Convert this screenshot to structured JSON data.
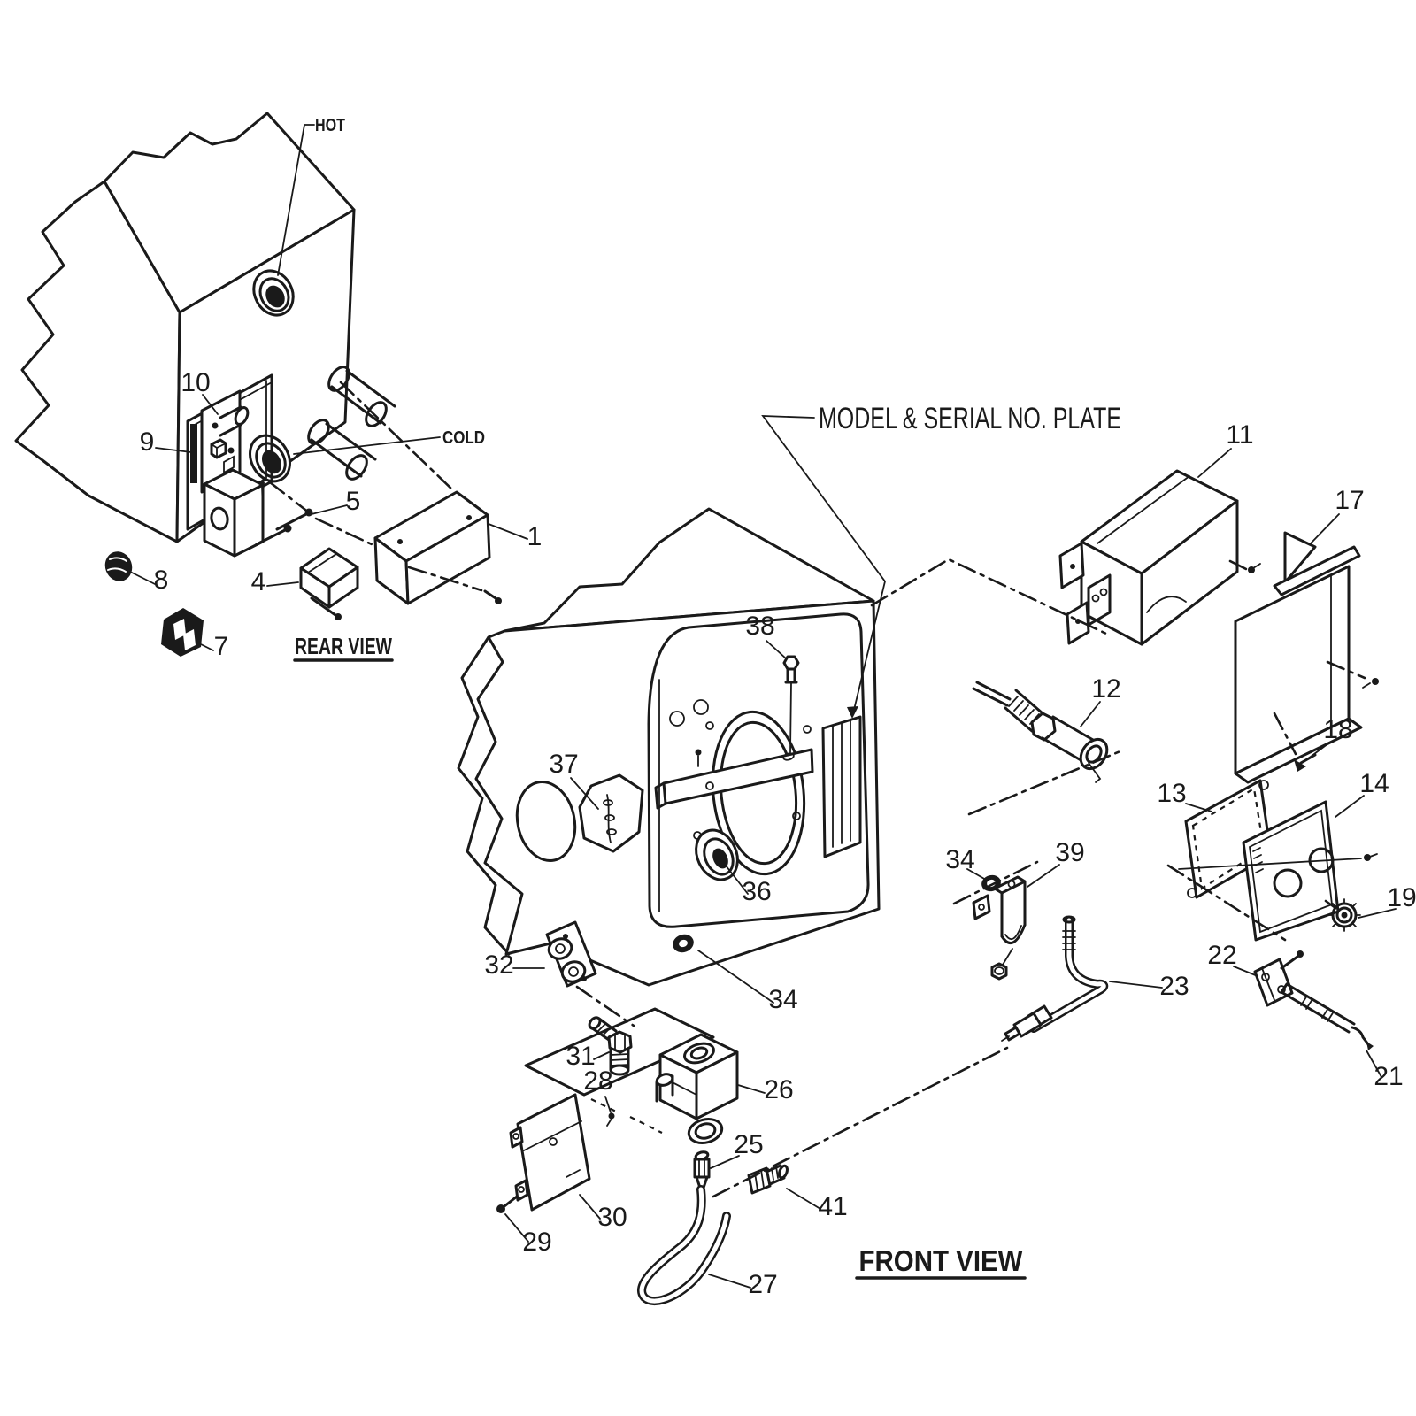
{
  "diagram": {
    "type": "exploded-parts-line-diagram",
    "subject": "water heater assembly",
    "colors": {
      "line": "#1a1a1a",
      "background": "#ffffff"
    },
    "views": {
      "rear": "REAR VIEW",
      "front": "FRONT VIEW"
    },
    "labels": {
      "hot": "HOT",
      "cold": "COLD",
      "model_serial_plate": "MODEL & SERIAL NO. PLATE"
    },
    "callouts": {
      "p1": "1",
      "p4": "4",
      "p5": "5",
      "p7": "7",
      "p8": "8",
      "p9": "9",
      "p10": "10",
      "p11": "11",
      "p12": "12",
      "p13": "13",
      "p14": "14",
      "p17": "17",
      "p18": "18",
      "p19": "19",
      "p21": "21",
      "p22": "22",
      "p23": "23",
      "p25": "25",
      "p26": "26",
      "p27": "27",
      "p28": "28",
      "p29": "29",
      "p30": "30",
      "p31": "31",
      "p32": "32",
      "p34a": "34",
      "p34b": "34",
      "p36": "36",
      "p37": "37",
      "p38": "38",
      "p39": "39",
      "p41": "41"
    }
  }
}
